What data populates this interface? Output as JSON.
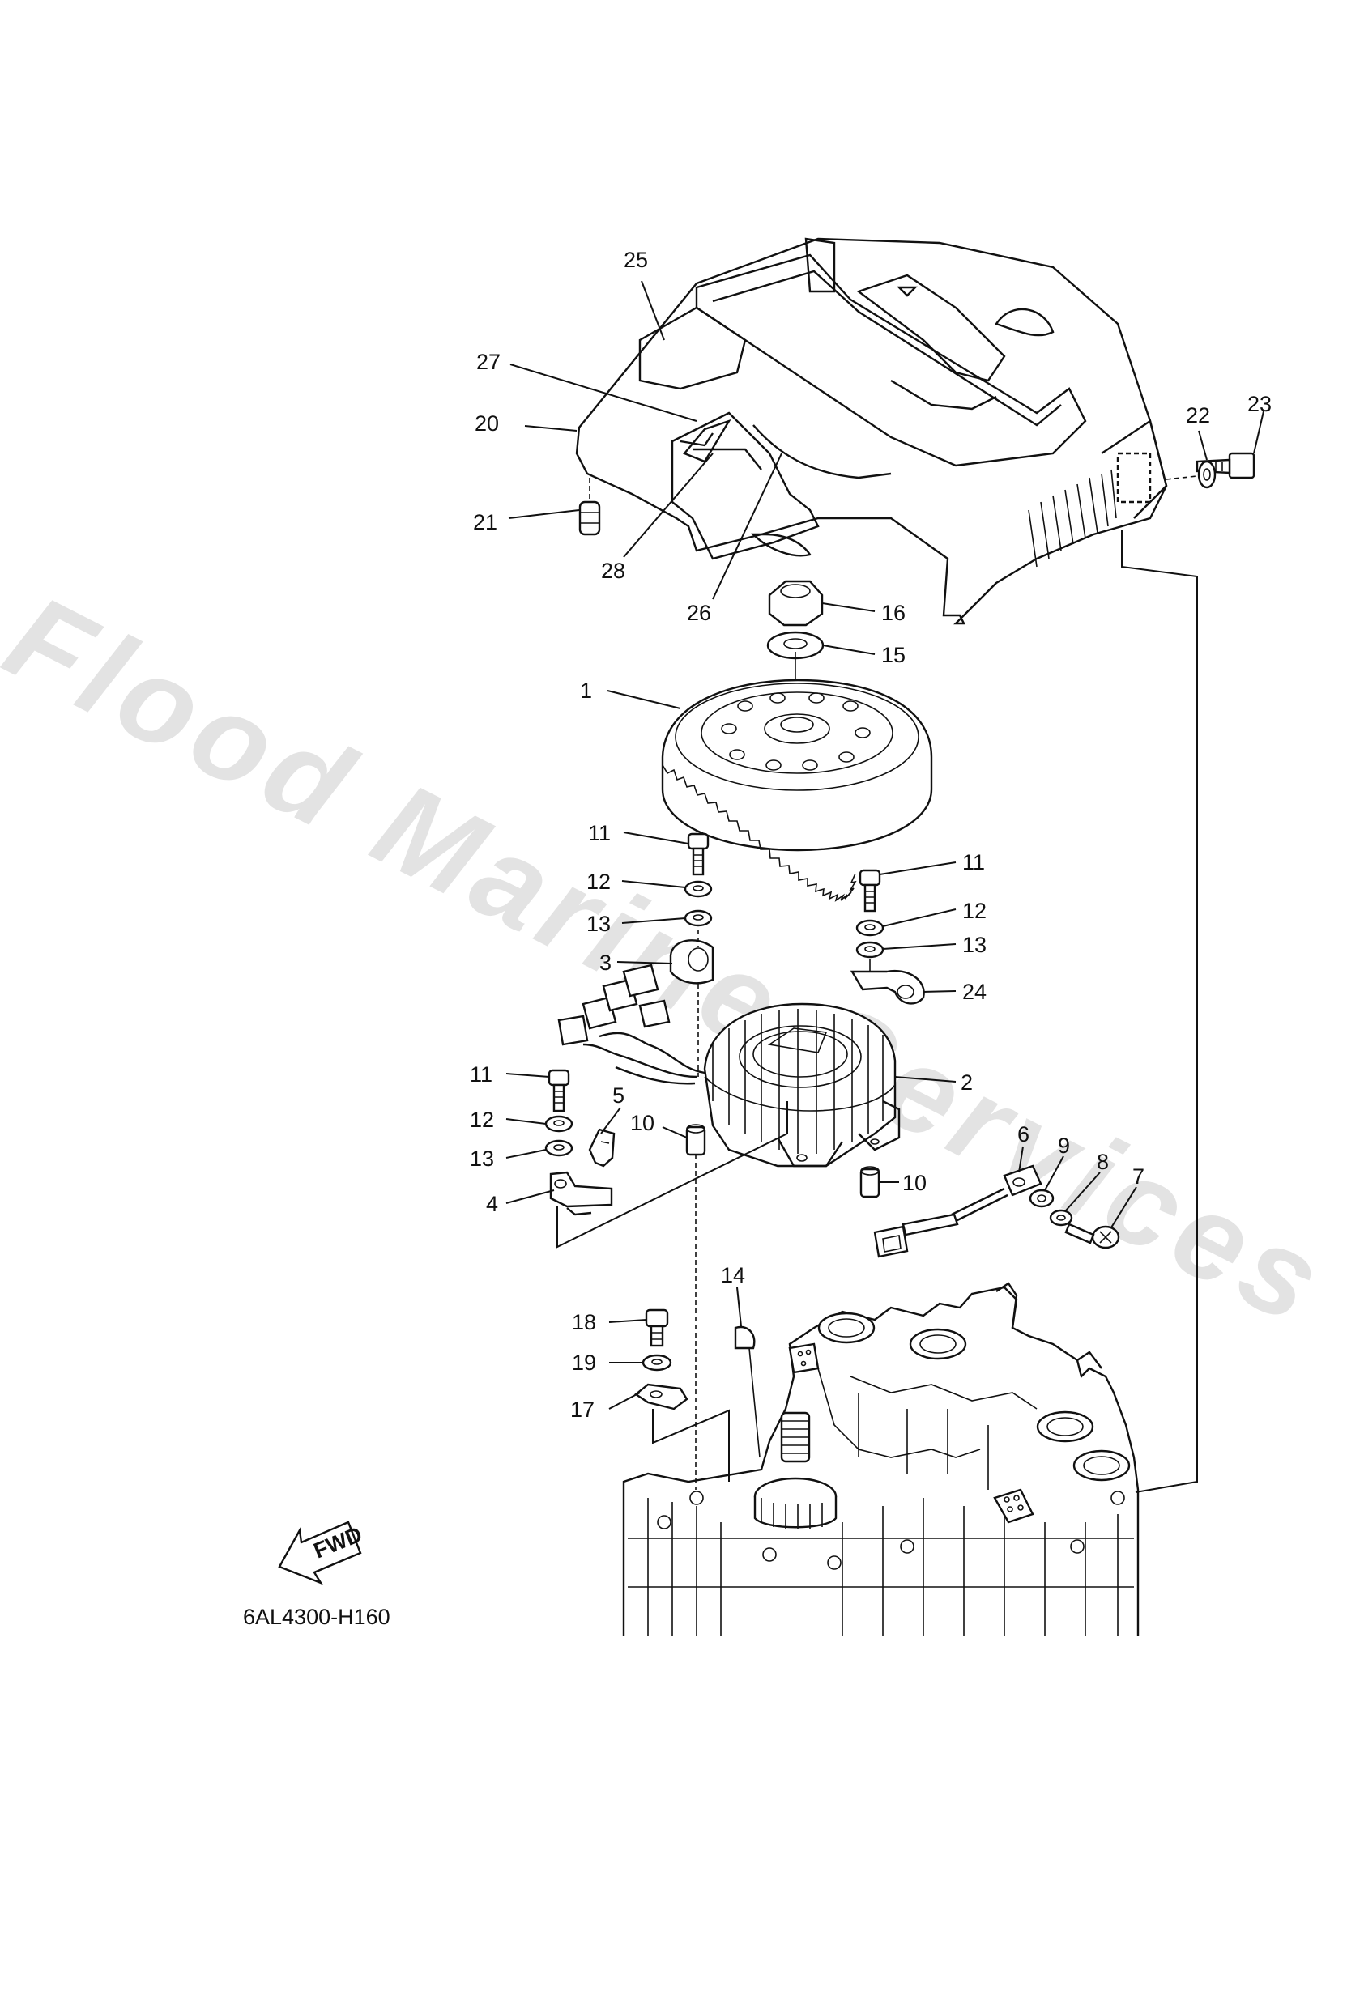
{
  "watermark": "Flood Marine Services",
  "diagram_code": "6AL4300-H160",
  "fwd_label": "FWD",
  "callouts": [
    {
      "id": "25",
      "text": "25"
    },
    {
      "id": "27",
      "text": "27"
    },
    {
      "id": "20",
      "text": "20"
    },
    {
      "id": "21",
      "text": "21"
    },
    {
      "id": "28",
      "text": "28"
    },
    {
      "id": "26",
      "text": "26"
    },
    {
      "id": "22",
      "text": "22"
    },
    {
      "id": "23",
      "text": "23"
    },
    {
      "id": "16",
      "text": "16"
    },
    {
      "id": "15",
      "text": "15"
    },
    {
      "id": "1",
      "text": "1"
    },
    {
      "id": "11a",
      "text": "11"
    },
    {
      "id": "12a",
      "text": "12"
    },
    {
      "id": "13a",
      "text": "13"
    },
    {
      "id": "3",
      "text": "3"
    },
    {
      "id": "11b",
      "text": "11"
    },
    {
      "id": "12b",
      "text": "12"
    },
    {
      "id": "13b",
      "text": "13"
    },
    {
      "id": "24",
      "text": "24"
    },
    {
      "id": "2",
      "text": "2"
    },
    {
      "id": "11c",
      "text": "11"
    },
    {
      "id": "12c",
      "text": "12"
    },
    {
      "id": "13c",
      "text": "13"
    },
    {
      "id": "5",
      "text": "5"
    },
    {
      "id": "10a",
      "text": "10"
    },
    {
      "id": "10b",
      "text": "10"
    },
    {
      "id": "4",
      "text": "4"
    },
    {
      "id": "6",
      "text": "6"
    },
    {
      "id": "9",
      "text": "9"
    },
    {
      "id": "8",
      "text": "8"
    },
    {
      "id": "7",
      "text": "7"
    },
    {
      "id": "14",
      "text": "14"
    },
    {
      "id": "18",
      "text": "18"
    },
    {
      "id": "19",
      "text": "19"
    },
    {
      "id": "17",
      "text": "17"
    }
  ]
}
